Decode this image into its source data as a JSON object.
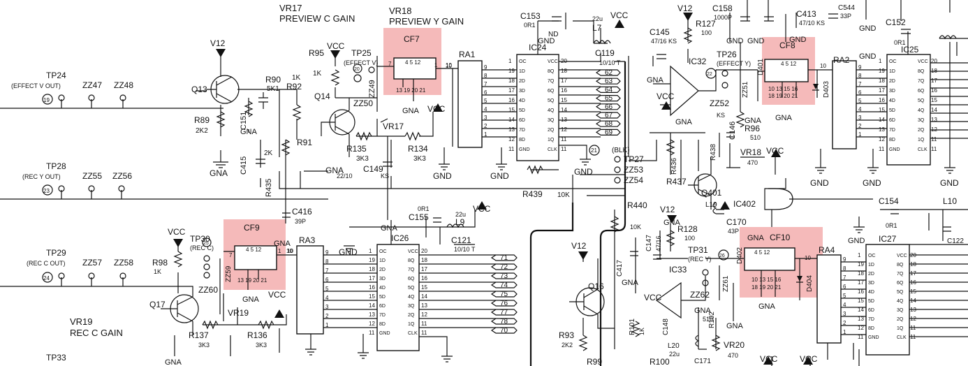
{
  "highlights": [
    "CF7",
    "CF8",
    "CF9",
    "CF10"
  ],
  "highlight_color": "#f2a3a3",
  "labels": {
    "vr17": "VR17",
    "vr17_desc": "PREVIEW C GAIN",
    "vr18": "VR18",
    "vr18_desc": "PREVIEW Y GAIN",
    "vr19": "VR19",
    "vr19_desc": "REC C GAIN",
    "tp24": "TP24",
    "tp24_desc": "(EFFECT V OUT)",
    "tp24_num": "19",
    "tp28": "TP28",
    "tp28_desc": "(REC Y OUT)",
    "tp28_num": "23",
    "tp29": "TP29",
    "tp29_desc": "(REC C OUT)",
    "tp29_num": "24",
    "tp25": "TP25",
    "tp25_desc": "(EFFECT V)",
    "tp25_num": "20",
    "tp26": "TP26",
    "tp26_desc": "(EFFECT Y)",
    "tp26_num": "22",
    "tp30": "TP30",
    "tp30_desc": "(REC C)",
    "tp30_num": "25",
    "tp31": "TP31",
    "tp31_desc": "(REC Y)",
    "tp31_num": "26",
    "tp27": "TP27",
    "tp33": "TP33",
    "blk": "(BLK)",
    "tp27_num": "21",
    "zz47": "ZZ47",
    "zz48": "ZZ48",
    "zz55": "ZZ55",
    "zz56": "ZZ56",
    "zz57": "ZZ57",
    "zz58": "ZZ58",
    "zz50": "ZZ50",
    "zz49": "ZZ49",
    "zz51": "ZZ51",
    "zz52": "ZZ52",
    "zz53": "ZZ53",
    "zz54": "ZZ54",
    "zz59": "ZZ59",
    "zz60": "ZZ60",
    "zz61": "ZZ61",
    "zz62": "ZZ62",
    "q13": "Q13",
    "q14": "Q14",
    "q16": "Q16",
    "q17": "Q17",
    "q401": "Q401",
    "cf7": "CF7",
    "cf8": "CF8",
    "cf9": "CF9",
    "cf10": "CF10",
    "ra1": "RA1",
    "ra2": "RA2",
    "ra3": "RA3",
    "ra4": "RA4",
    "ic24": "IC24",
    "ic25": "IC25",
    "ic26": "IC26",
    "ic27": "IC27",
    "ic32": "IC32",
    "ic33": "IC33",
    "ic402": "IC402",
    "r89": "R89",
    "r89v": "2K2",
    "r90": "R90",
    "r90v": "5K1",
    "r92": "R92",
    "r92v": "1K",
    "r91": "R91",
    "r95": "R95",
    "r95v": "1K",
    "r135": "R135",
    "r135v": "3K3",
    "r134": "R134",
    "r134v": "3K3",
    "r435": "R435",
    "r435v": "2K",
    "r436": "R436",
    "r437": "R437",
    "r438": "R438",
    "r439": "R439",
    "r439v": "10K",
    "r440": "R440",
    "r440v": "10K",
    "r127": "R127",
    "r127v": "100",
    "r128": "R128",
    "r128v": "100",
    "r96": "R96",
    "r96v": "510",
    "r98": "R98",
    "r98v": "1K",
    "r137": "R137",
    "r137v": "3K3",
    "r136": "R136",
    "r136v": "3K3",
    "r93": "R93",
    "r93v": "2K2",
    "r99": "R99",
    "r100": "R100",
    "r101": "R101",
    "r101v": "1K",
    "r102": "R102",
    "r102v": "510",
    "vr18b": "VR18",
    "vr18bv": "470",
    "vr20": "VR20",
    "vr20v": "470",
    "c151": "C151",
    "c415": "C415",
    "c149": "C149",
    "c149v": "22/10",
    "c416": "C416",
    "c416v": "39P",
    "c153": "C153",
    "c153v": "0R1",
    "c119": "C119",
    "c119v": "10/10 T",
    "l7": "L7",
    "l7v": "22u",
    "c145": "C145",
    "c145v": "47/16 KS",
    "c158": "C158",
    "c158v": "1000P",
    "c413": "C413",
    "c413v": "47/10 KS",
    "c544": "C544",
    "c544v": "33P",
    "c152": "C152",
    "c152v": "0R1",
    "c146": "C146",
    "c155": "C155",
    "c155v": "0R1",
    "c121": "C121",
    "c121v": "10/10 T",
    "l9": "L9",
    "l9v": "22u",
    "c154": "C154",
    "c154v": "0R1",
    "l10": "L10",
    "c170": "C170",
    "c170v": "43P",
    "c147": "C147",
    "c147v": "47/16",
    "c417": "C417",
    "l19": "L19",
    "l19v": "22u",
    "c148": "C148",
    "l20": "L20",
    "l20v": "22u",
    "c171": "C171",
    "c122": "C122",
    "d401": "D401",
    "d403": "D403",
    "d402": "D402",
    "d404": "D404",
    "vcc": "VCC",
    "v12": "V12",
    "gna": "GNA",
    "gnd": "GND",
    "nd": "ND",
    "ks": "KS",
    "tcap": "22/10",
    "cf_pins_top": "4 5 12",
    "cf_pins_bot": "13 19 20 21",
    "cf_pins_bot2": "10 13 15 16",
    "cf_pins_bot3": "18 19 20 21",
    "cf_pin7": "7",
    "cf_pin1": "1",
    "cf_pin10": "10"
  },
  "ic_pins_left": [
    "OC",
    "1D",
    "2D",
    "3D",
    "4D",
    "5D",
    "6D",
    "7D",
    "8D",
    "GND"
  ],
  "ic_pins_right": [
    "VCC",
    "8Q",
    "7Q",
    "6Q",
    "5Q",
    "4Q",
    "3Q",
    "2Q",
    "1Q",
    "CLK"
  ],
  "ic_pin_nums_left": [
    "1",
    "19",
    "18",
    "17",
    "16",
    "15",
    "14",
    "13",
    "12",
    "11"
  ],
  "ic_pin_nums_right": [
    "20",
    "18",
    "17",
    "16",
    "15",
    "14",
    "13",
    "12",
    "11",
    "11"
  ],
  "ra_pins": [
    "9",
    "8",
    "7",
    "6",
    "5",
    "4",
    "3",
    "2",
    "1"
  ],
  "ra_out": "10",
  "bus_top": [
    "62",
    "63",
    "64",
    "65",
    "66",
    "67",
    "68",
    "69"
  ],
  "bus_bot": [
    "71",
    "72",
    "73",
    "74",
    "75",
    "76",
    "77",
    "78",
    "70"
  ]
}
